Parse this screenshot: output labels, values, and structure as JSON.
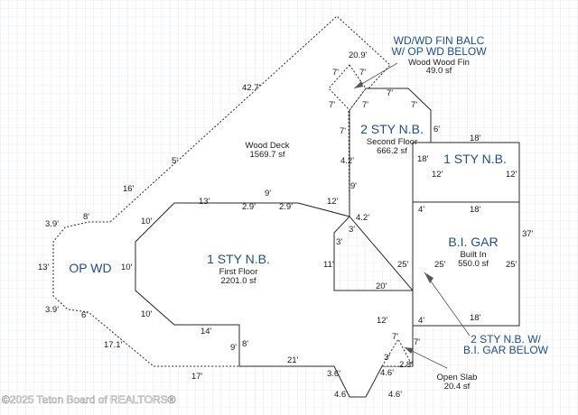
{
  "labels": {
    "op_wd": "OP WD",
    "sty1_main": "1 STY N.B.",
    "first_floor": "First Floor",
    "first_floor_sf": "2201.0 sf",
    "wood_deck": "Wood Deck",
    "wood_deck_sf": "1569.7 sf",
    "sty2": "2 STY N.B.",
    "second_floor": "Second Floor",
    "second_floor_sf": "666.2 sf",
    "sty1_right": "1 STY N.B.",
    "bi_gar": "B.I. GAR",
    "built_in": "Built In",
    "built_in_sf": "550.0 sf",
    "balc_line1": "WD/WD FIN BALC",
    "balc_line2": "W/ OP WD BELOW",
    "wood_fin": "Wood Wood Fin",
    "wood_fin_sf": "49.0 sf",
    "sty2_gar_line1": "2 STY N.B. W/",
    "sty2_gar_line2": "B.I. GAR BELOW",
    "open_slab": "Open Slab",
    "open_slab_sf": "20.4 sf"
  },
  "dimensions": {
    "d_42_7": "42.7'",
    "d_20_9": "20.9'",
    "d_7a": "7'",
    "d_7b": "7'",
    "d_7c": "7'",
    "d_7d": "7'",
    "d_7e": "7'",
    "d_7f": "7'",
    "d_6a": "6'",
    "d_18a": "18'",
    "d_18b": "18'",
    "d_12a": "12'",
    "d_12b": "12'",
    "d_5": "5'",
    "d_4_2a": "4.2'",
    "d_7g": "7'",
    "d_9a": "9'",
    "d_16": "16'",
    "d_13": "13'",
    "d_9b": "9'",
    "d_2_9a": "2.9'",
    "d_2_9b": "2.9'",
    "d_12c": "12'",
    "d_4a": "4'",
    "d_18c": "18'",
    "d_8a": "8'",
    "d_3_9a": "3.9'",
    "d_10a": "10'",
    "d_4_2b": "4.2'",
    "d_3a": "3'",
    "d_3b": "3'",
    "d_37": "37'",
    "d_13b": "13'",
    "d_10b": "10'",
    "d_11": "11'",
    "d_25a": "25'",
    "d_25b": "25'",
    "d_25c": "25'",
    "d_20": "20'",
    "d_3_9b": "3.9'",
    "d_6b": "6'",
    "d_10c": "10'",
    "d_12d": "12'",
    "d_4b": "4'",
    "d_18d": "18'",
    "d_14": "14'",
    "d_17_1": "17.1'",
    "d_9c": "9'",
    "d_8b": "8'",
    "d_7h": "7'",
    "d_7i": "7'",
    "d_21": "21'",
    "d_3c": "3'",
    "d_2_8": "2.8'",
    "d_4_6a": "4.6'",
    "d_17": "17'",
    "d_3_6": "3.6'",
    "d_4_6b": "4.6'",
    "d_4_6c": "4.6'"
  },
  "watermark": "©2025 Teton Board of REALTORS®",
  "colors": {
    "grid": "#d6dbe6",
    "line": "#2a2a2a",
    "label_blue": "#1f4e8c",
    "fill": "#ffffff"
  }
}
